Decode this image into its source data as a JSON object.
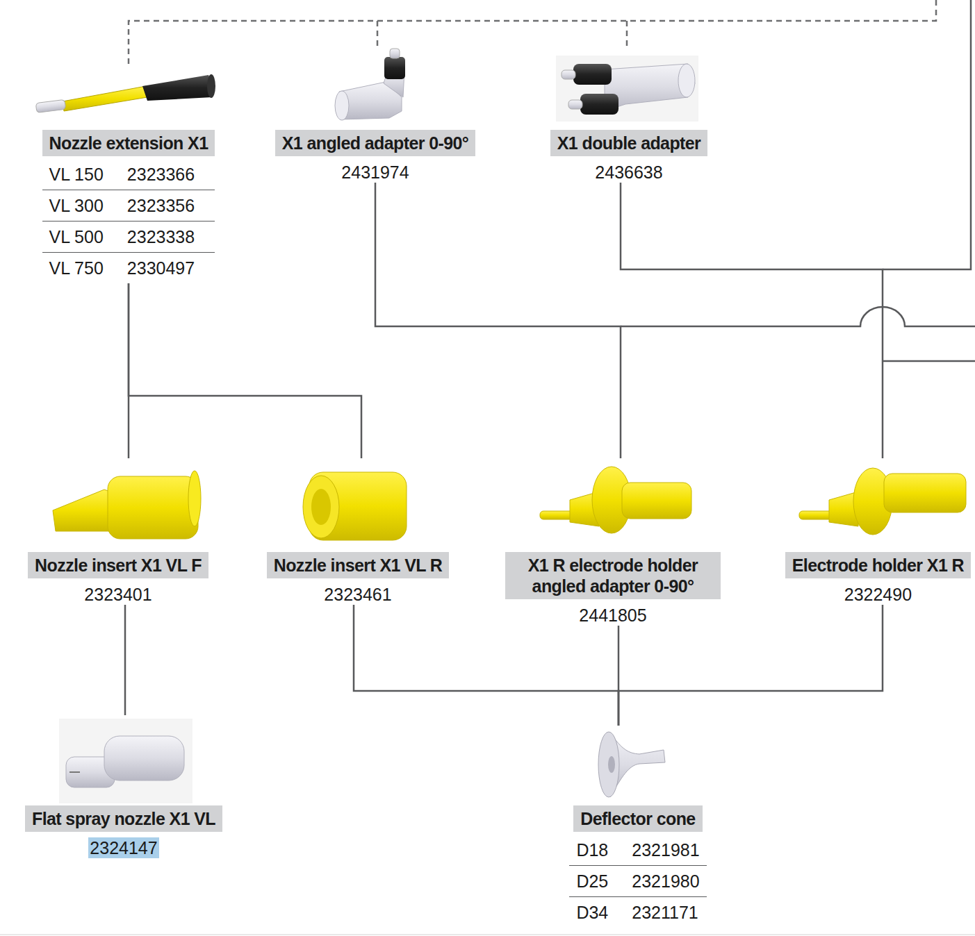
{
  "diagram": {
    "nodes": [
      {
        "text": [
          "Nozzle extension X1",
          "VL 150",
          "2323366",
          "VL 300",
          "2323356",
          "VL 500",
          "2323338",
          "VL 750",
          "2330497"
        ]
      },
      {
        "text": [
          "X1 angled adapter 0-90°",
          "2431974"
        ]
      },
      {
        "text": [
          "X1 double adapter",
          "2436638"
        ]
      },
      {
        "text": [
          "Nozzle insert X1 VL F",
          "2323401"
        ]
      },
      {
        "text": [
          "Nozzle insert X1 VL R",
          "2323461"
        ]
      },
      {
        "text": [
          "X1 R electrode holder angled adapter 0-90°",
          "2441805"
        ]
      },
      {
        "text": [
          "Electrode holder X1 R",
          "2322490"
        ]
      },
      {
        "text": [
          "Flat spray nozzle X1 VL",
          "2324147"
        ]
      },
      {
        "text": [
          "Deflector cone",
          "D18",
          "2321981",
          "D25",
          "2321980",
          "D34",
          "2321171"
        ]
      }
    ],
    "edges": [
      {
        "from": 0,
        "to": 3,
        "arrow": "none"
      },
      {
        "from": 0,
        "to": 4,
        "arrow": "none"
      },
      {
        "from": 1,
        "to": 5,
        "arrow": "none"
      },
      {
        "from": 2,
        "to": 6,
        "arrow": "none"
      },
      {
        "from": 3,
        "to": 7,
        "arrow": "none"
      },
      {
        "from": 4,
        "to": 8,
        "arrow": "none"
      },
      {
        "from": 5,
        "to": 8,
        "arrow": "none"
      },
      {
        "from": 6,
        "to": 8,
        "arrow": "none"
      }
    ]
  }
}
